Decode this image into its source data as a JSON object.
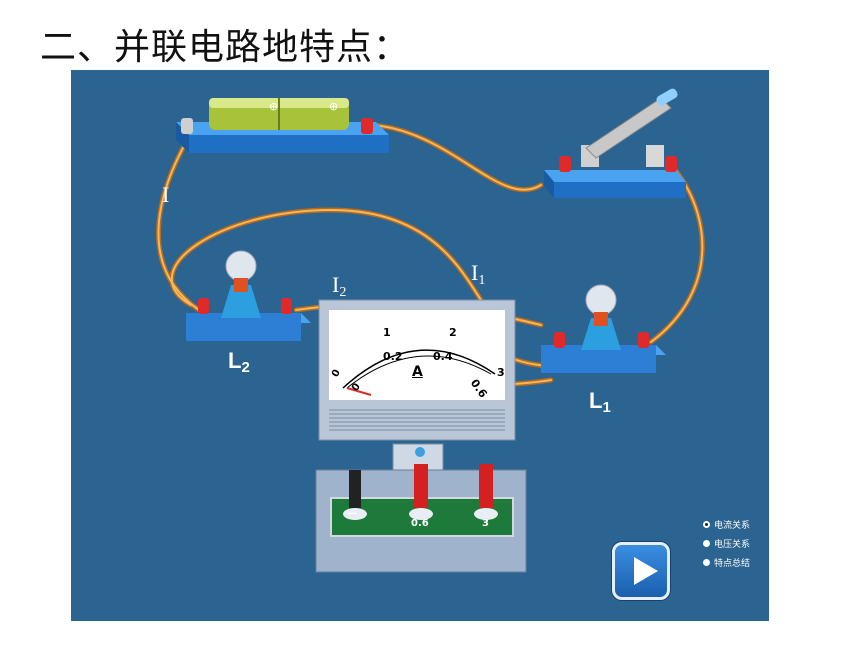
{
  "title": "二、并联电路地特点：",
  "labels": {
    "i_main": "I",
    "i2": "I",
    "i2_sub": "2",
    "i1": "I",
    "i1_sub": "1",
    "l2": "L",
    "l2_sub": "2",
    "l1": "L",
    "l1_sub": "1"
  },
  "ammeter": {
    "upper_scale": [
      "1",
      "2",
      "3"
    ],
    "lower_scale": [
      "0.2",
      "0.4",
      "0.6"
    ],
    "zero_upper": "0",
    "zero_lower": "0",
    "unit": "A",
    "terminals": [
      "—",
      "0.6",
      "3"
    ]
  },
  "options": [
    {
      "label": "电流关系",
      "selected": true
    },
    {
      "label": "电压关系",
      "selected": false
    },
    {
      "label": "特点总结",
      "selected": false
    }
  ],
  "colors": {
    "background": "#2b6391",
    "wire": "#e0a040",
    "base": "#2d7fd6"
  }
}
